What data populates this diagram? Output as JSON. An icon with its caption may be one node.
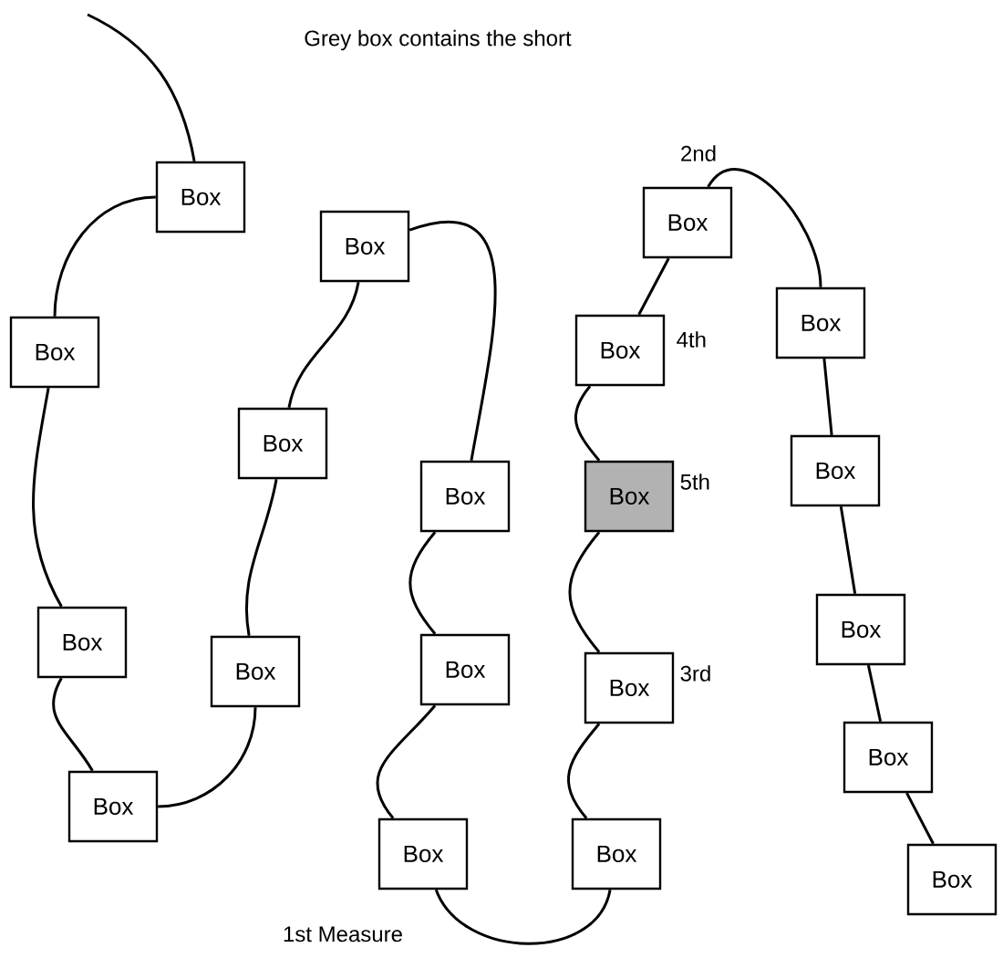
{
  "diagram": {
    "title": "Grey box contains the short",
    "nodes": [
      {
        "text": [
          "Box"
        ]
      },
      {
        "text": [
          "Box"
        ]
      },
      {
        "text": [
          "Box"
        ]
      },
      {
        "text": [
          "Box"
        ]
      },
      {
        "text": [
          "Box"
        ]
      },
      {
        "text": [
          "Box"
        ]
      },
      {
        "text": [
          "Box"
        ]
      },
      {
        "text": [
          "Box"
        ]
      },
      {
        "text": [
          "Box"
        ]
      },
      {
        "text": [
          "Box"
        ]
      },
      {
        "text": [
          "Box"
        ]
      },
      {
        "text": [
          "Box"
        ],
        "beside": [
          "3rd"
        ]
      },
      {
        "text": [
          "Box"
        ],
        "beside": [
          "5th"
        ]
      },
      {
        "text": [
          "Box"
        ],
        "beside": [
          "4th"
        ]
      },
      {
        "text": [
          "Box"
        ],
        "beside": [
          "2nd"
        ]
      },
      {
        "text": [
          "Box"
        ]
      },
      {
        "text": [
          "Box"
        ]
      },
      {
        "text": [
          "Box"
        ]
      },
      {
        "text": [
          "Box"
        ]
      },
      {
        "text": [
          "Box"
        ]
      }
    ],
    "edges": [
      {
        "from": null,
        "to": 0,
        "arrow": "none"
      },
      {
        "from": 0,
        "to": 1,
        "arrow": "none"
      },
      {
        "from": 1,
        "to": 2,
        "arrow": "none"
      },
      {
        "from": 2,
        "to": 3,
        "arrow": "none"
      },
      {
        "from": 3,
        "to": 4,
        "arrow": "none"
      },
      {
        "from": 4,
        "to": 5,
        "arrow": "none"
      },
      {
        "from": 5,
        "to": 6,
        "arrow": "none"
      },
      {
        "from": 6,
        "to": 7,
        "arrow": "none"
      },
      {
        "from": 7,
        "to": 8,
        "arrow": "none"
      },
      {
        "from": 8,
        "to": 9,
        "arrow": "none"
      },
      {
        "from": 9,
        "to": 10,
        "arrow": "none",
        "label": "1st Measure"
      },
      {
        "from": 10,
        "to": 11,
        "arrow": "none"
      },
      {
        "from": 11,
        "to": 12,
        "arrow": "none"
      },
      {
        "from": 12,
        "to": 13,
        "arrow": "none"
      },
      {
        "from": 13,
        "to": 14,
        "arrow": "none"
      },
      {
        "from": 14,
        "to": 15,
        "arrow": "none"
      },
      {
        "from": 15,
        "to": 16,
        "arrow": "none"
      },
      {
        "from": 16,
        "to": 17,
        "arrow": "none"
      },
      {
        "from": 17,
        "to": 18,
        "arrow": "none"
      },
      {
        "from": 18,
        "to": 19,
        "arrow": "none"
      }
    ]
  }
}
